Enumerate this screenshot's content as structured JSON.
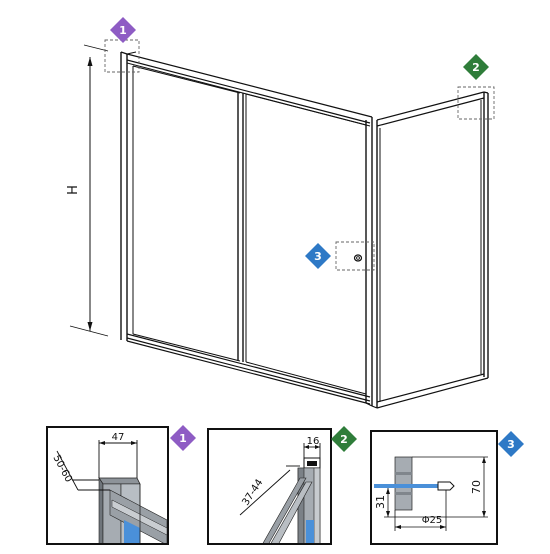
{
  "main_drawing": {
    "height_label": "H",
    "callouts": [
      {
        "number": "1",
        "color": "#8e5cc4"
      },
      {
        "number": "2",
        "color": "#2f7d3a"
      },
      {
        "number": "3",
        "color": "#2e79c6"
      }
    ]
  },
  "details": [
    {
      "number": "1",
      "color": "#8e5cc4",
      "width_label": "47",
      "diag_label": "50-60"
    },
    {
      "number": "2",
      "color": "#2f7d3a",
      "width_label": "16",
      "diag_label": "37-44"
    },
    {
      "number": "3",
      "color": "#2e79c6",
      "height_label": "70",
      "offset_label": "31",
      "diameter_label": "Φ25"
    }
  ],
  "colors": {
    "line": "#111111",
    "dashed": "#555555",
    "profile_gray": "#9aa0a6",
    "accent_blue": "#4a90d9"
  }
}
